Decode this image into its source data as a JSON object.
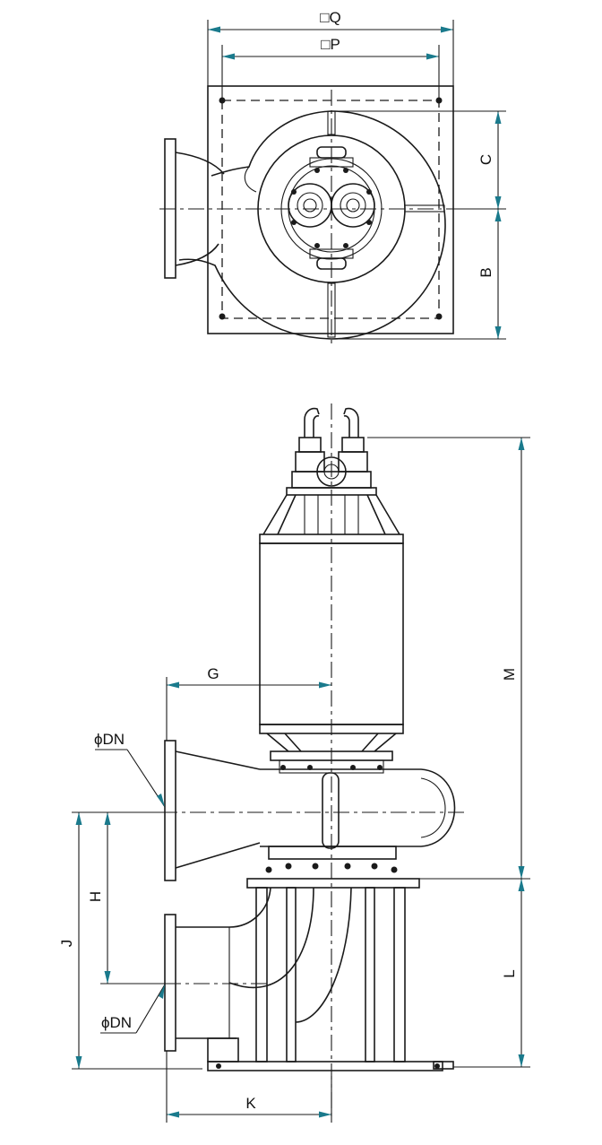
{
  "labels": {
    "q": "□Q",
    "p": "□P",
    "c": "C",
    "b": "B",
    "g": "G",
    "m": "M",
    "dn_top": "ϕDN",
    "dn_bottom": "ϕDN",
    "h": "H",
    "j": "J",
    "l": "L",
    "k": "K"
  },
  "colors": {
    "line": "#1a1a1a",
    "arrow": "#1a7a8c",
    "background": "#ffffff"
  }
}
